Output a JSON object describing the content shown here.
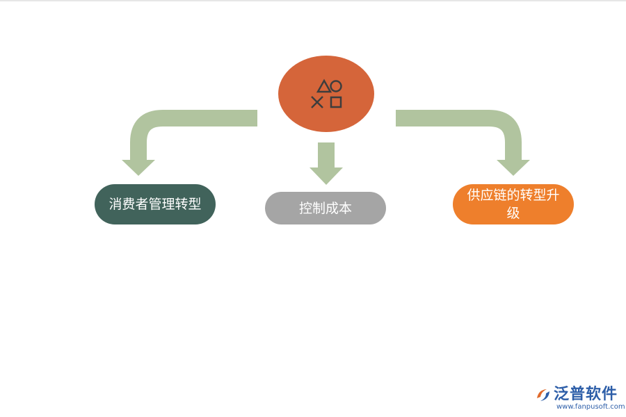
{
  "center": {
    "icon": "shapes-triangle-circle-cross-square-icon",
    "color": "#d5653a"
  },
  "connector_color": "#b1c49f",
  "branches": [
    {
      "label": "消费者管理转型",
      "color": "#41635b"
    },
    {
      "label": "控制成本",
      "color": "#a5a5a5"
    },
    {
      "label": "供应链的转型升级",
      "color": "#ee7f2c"
    }
  ],
  "watermark": {
    "brand": "泛普软件",
    "url": "www.fanpusoft.com"
  }
}
